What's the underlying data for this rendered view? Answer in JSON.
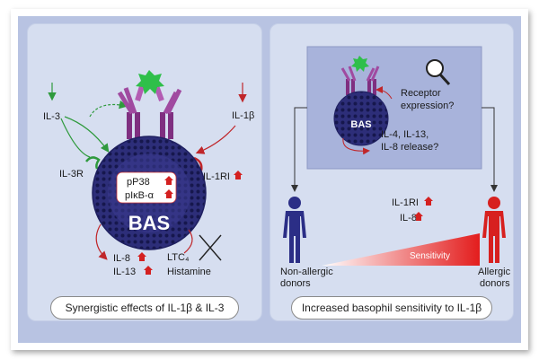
{
  "left_panel": {
    "labels": {
      "il3": "IL-3",
      "il3r": "IL-3R",
      "il1b": "IL-1β",
      "il1ri": "IL-1RI",
      "pp38": "pP38",
      "pikba": "pIκB-α",
      "bas": "BAS",
      "il8": "IL-8",
      "il13": "IL-13",
      "ltc4": "LTC₄",
      "histamine": "Histamine"
    },
    "caption": "Synergistic effects of IL-1β & IL-3"
  },
  "right_panel": {
    "labels": {
      "bas": "BAS",
      "receptor_line1": "Receptor",
      "receptor_line2": "expression?",
      "release_line1": "IL-4, IL-13,",
      "release_line2": "IL-8 release?",
      "il1ri": "IL-1RI",
      "il8": "IL-8",
      "sensitivity": "Sensitivity",
      "non_allergic_line1": "Non-allergic",
      "non_allergic_line2": "donors",
      "allergic_line1": "Allergic",
      "allergic_line2": "donors"
    },
    "caption": "Increased basophil sensitivity to IL-1β"
  },
  "colors": {
    "cell_fill": "#2d2e79",
    "receptor": "#7f2f80",
    "allergen": "#2fbf4a",
    "up_arrow": "#d42020",
    "non_allergic_figure": "#2b2e86",
    "allergic_figure": "#d7201f"
  }
}
